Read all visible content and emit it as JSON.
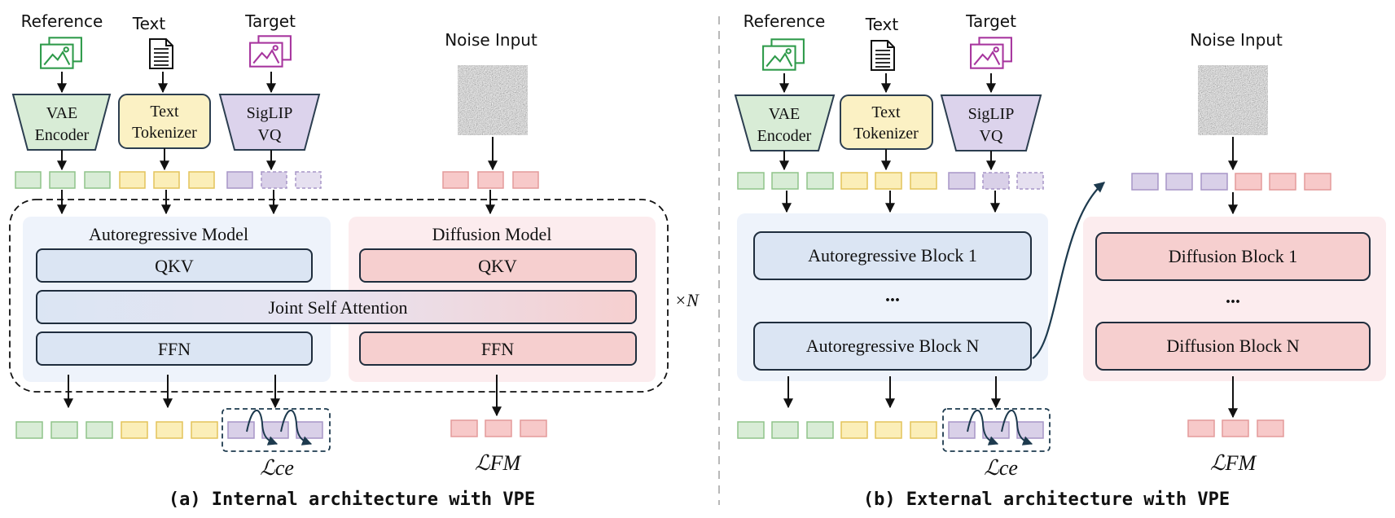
{
  "panel_a": {
    "inputs": {
      "reference": "Reference",
      "text": "Text",
      "target": "Target",
      "noise": "Noise Input"
    },
    "encoders": {
      "vae": [
        "VAE",
        "Encoder"
      ],
      "tokenizer": [
        "Text",
        "Tokenizer"
      ],
      "siglip": [
        "SigLIP",
        "VQ"
      ]
    },
    "ar_model_title": "Autoregressive Model",
    "diff_model_title": "Diffusion Model",
    "ar_qkv": "QKV",
    "diff_qkv": "QKV",
    "joint_attention": "Joint Self Attention",
    "ar_ffn": "FFN",
    "diff_ffn": "FFN",
    "repeat_label": "×N",
    "loss_ce": "ℒce",
    "loss_fm": "ℒFM",
    "caption": "(a) Internal architecture with VPE"
  },
  "panel_b": {
    "inputs": {
      "reference": "Reference",
      "text": "Text",
      "target": "Target",
      "noise": "Noise Input"
    },
    "encoders": {
      "vae": [
        "VAE",
        "Encoder"
      ],
      "tokenizer": [
        "Text",
        "Tokenizer"
      ],
      "siglip": [
        "SigLIP",
        "VQ"
      ]
    },
    "ar_block_1": "Autoregressive Block 1",
    "ar_dots": "...",
    "ar_block_n": "Autoregressive Block N",
    "diff_block_1": "Diffusion Block 1",
    "diff_dots": "...",
    "diff_block_n": "Diffusion Block N",
    "loss_ce": "ℒce",
    "loss_fm": "ℒFM",
    "caption": "(b) External architecture with VPE"
  },
  "colors": {
    "green_token": "#d8ecd6",
    "green_border": "#8fc48a",
    "yellow_token": "#fbeeb8",
    "yellow_border": "#e3c35a",
    "purple_token": "#d9d0e8",
    "purple_border": "#a796c7",
    "pink_token": "#f7c9c9",
    "pink_border": "#e49a9a",
    "blue_box": "#dbe5f3",
    "pink_box": "#f6cfcf",
    "ar_region": "#eef3fb",
    "diff_region": "#fcecee"
  }
}
